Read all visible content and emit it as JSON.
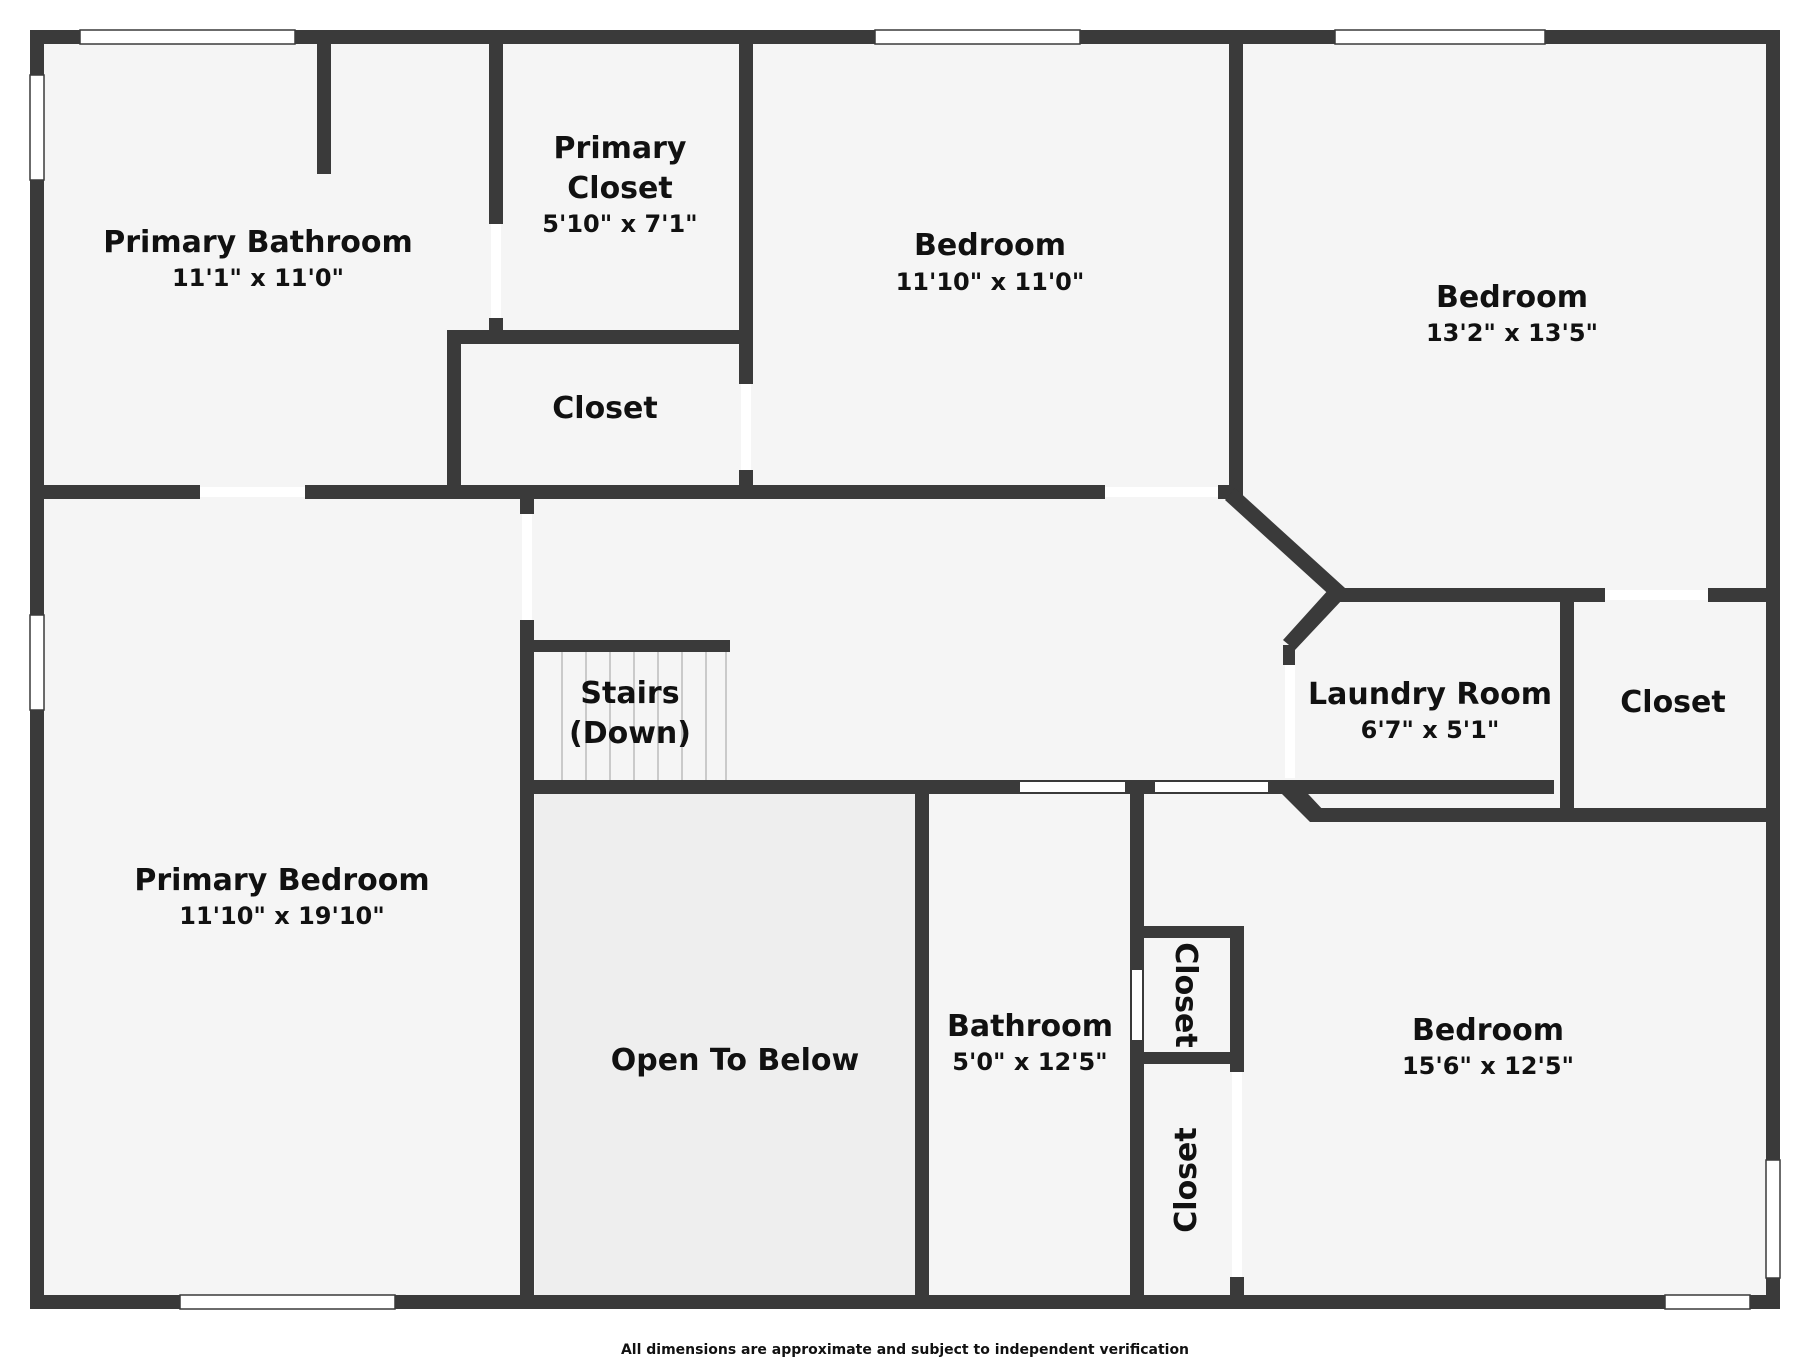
{
  "rooms": {
    "primary_bathroom": {
      "name": "Primary Bathroom",
      "dims": "11'1\" x 11'0\""
    },
    "primary_closet": {
      "name_line1": "Primary",
      "name_line2": "Closet",
      "dims": "5'10\" x 7'1\""
    },
    "bedroom_top_mid": {
      "name": "Bedroom",
      "dims": "11'10\" x 11'0\""
    },
    "bedroom_top_right": {
      "name": "Bedroom",
      "dims": "13'2\" x 13'5\""
    },
    "closet_mid": {
      "name": "Closet"
    },
    "stairs": {
      "name_line1": "Stairs",
      "name_line2": "(Down)"
    },
    "laundry": {
      "name": "Laundry Room",
      "dims": "6'7\" x 5'1\""
    },
    "closet_right": {
      "name": "Closet"
    },
    "primary_bedroom": {
      "name": "Primary Bedroom",
      "dims": "11'10\" x 19'10\""
    },
    "open_to_below": {
      "name": "Open To Below"
    },
    "bathroom": {
      "name": "Bathroom",
      "dims": "5'0\" x 12'5\""
    },
    "closet_small_upper": {
      "name": "Closet"
    },
    "closet_small_lower": {
      "name": "Closet"
    },
    "bedroom_bottom_right": {
      "name": "Bedroom",
      "dims": "15'6\" x 12'5\""
    }
  },
  "footer": {
    "disclaimer": "All dimensions are approximate and subject to independent verification"
  },
  "colors": {
    "wall": "#3a3a3a",
    "floor": "#f5f5f5",
    "open_area": "#eeeeee",
    "window": "#ffffff"
  }
}
